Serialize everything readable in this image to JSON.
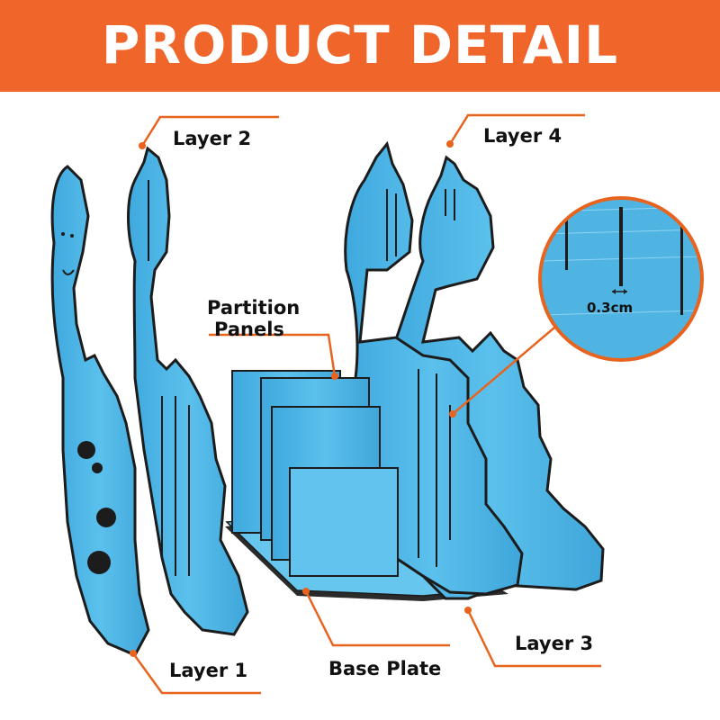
{
  "banner": {
    "title": "PRODUCT DETAIL"
  },
  "callouts": {
    "layer_1": "Layer 1",
    "layer_2": "Layer 2",
    "layer_3": "Layer 3",
    "layer_4": "Layer 4",
    "partition_line1": "Partition",
    "partition_line2": "Panels",
    "base_plate": "Base Plate"
  },
  "zoom": {
    "measurement": "0.3cm"
  },
  "colors": {
    "banner": "#F0662A",
    "accent_lines": "#E8641E",
    "panel_blue": "#4FB8E8",
    "panel_edge": "#1C1C1C"
  }
}
